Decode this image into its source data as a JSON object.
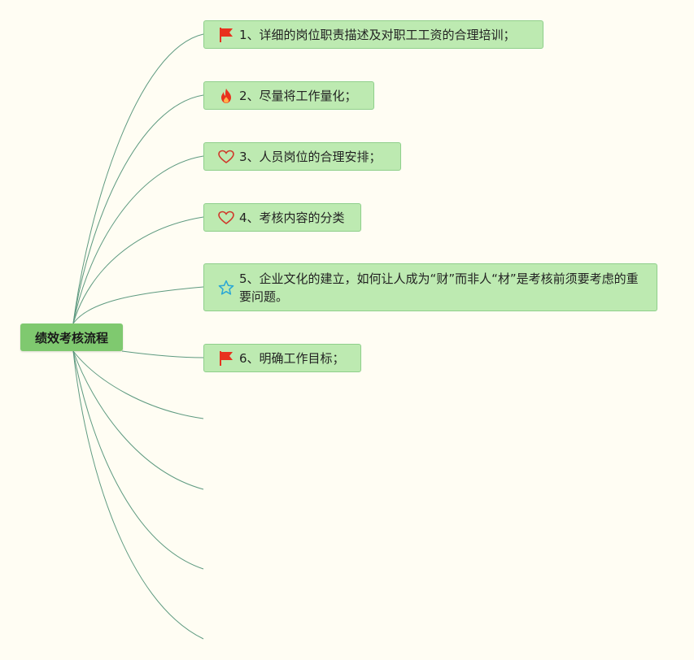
{
  "root": {
    "label": "绩效考核流程"
  },
  "topics": [
    {
      "label": "1、详细的岗位职责描述及对职工工资的合理培训；",
      "icon": "flag-icon"
    },
    {
      "label": "2、尽量将工作量化；",
      "icon": "fire-icon"
    },
    {
      "label": "3、人员岗位的合理安排；",
      "icon": "heart-icon"
    },
    {
      "label": "4、考核内容的分类",
      "icon": "heart-icon"
    },
    {
      "label": "5、企业文化的建立，如何让人成为“财”而非人“材”是考核前须要考虑的重要问题。",
      "icon": "star-icon"
    },
    {
      "label": "6、明确工作目标；",
      "icon": "flag-icon"
    }
  ],
  "colors": {
    "background": "#fffdf3",
    "root_fill": "#7fc96f",
    "topic_fill": "#bdeab1",
    "topic_border": "#8fcf8b",
    "connector": "#5e9a80",
    "flag": "#e8321e",
    "fire": "#e8321e",
    "heart": "#d0372a",
    "star": "#29a6d6"
  }
}
